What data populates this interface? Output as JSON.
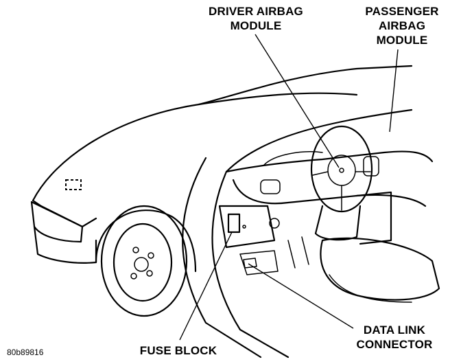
{
  "labels": {
    "driver_airbag": [
      "DRIVER AIRBAG",
      "MODULE"
    ],
    "passenger_airbag": [
      "PASSENGER",
      "AIRBAG",
      "MODULE"
    ],
    "fuse_block": "FUSE BLOCK",
    "data_link_connector": [
      "DATA LINK",
      "CONNECTOR"
    ]
  },
  "figure_id": "80b89816"
}
